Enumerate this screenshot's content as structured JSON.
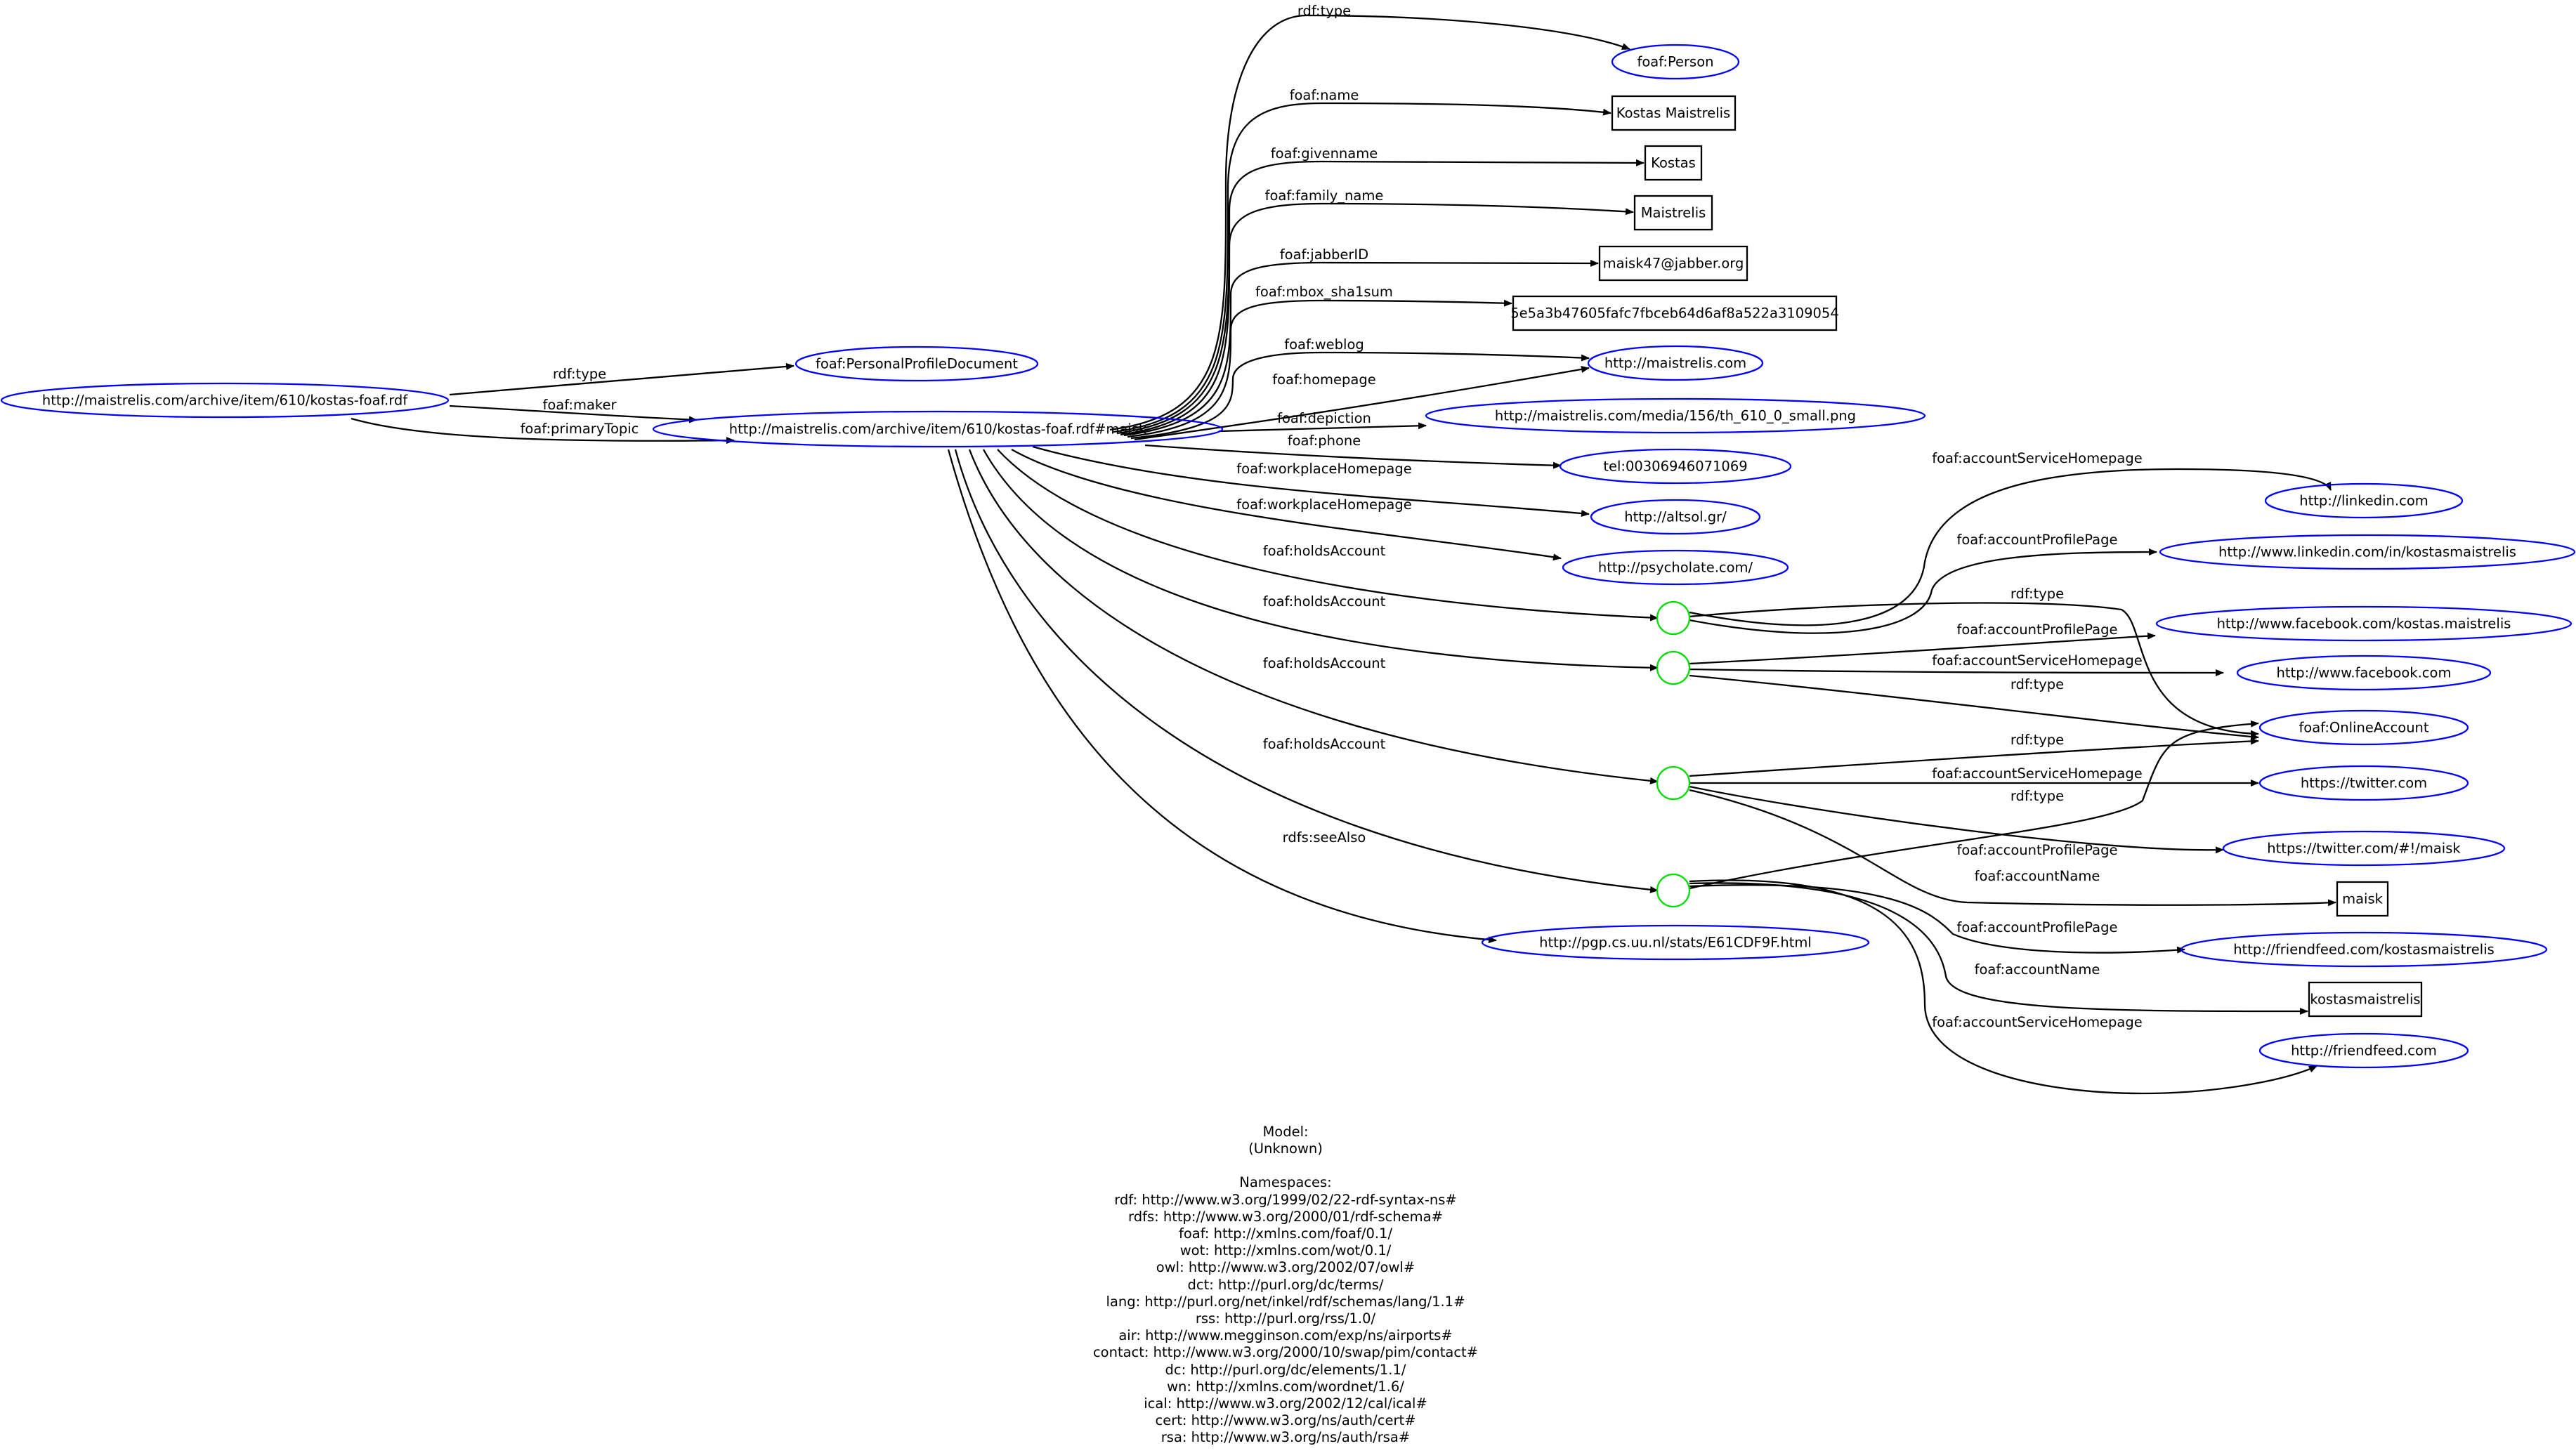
{
  "nodes": {
    "rdf_doc": "http://maistrelis.com/archive/item/610/kostas-foaf.rdf",
    "ppd": "foaf:PersonalProfileDocument",
    "maisk": "http://maistrelis.com/archive/item/610/kostas-foaf.rdf#maisk",
    "person": "foaf:Person",
    "name_lit": "Kostas Maistrelis",
    "given_lit": "Kostas",
    "family_lit": "Maistrelis",
    "jabber_lit": "maisk47@jabber.org",
    "sha1_lit": "5e5a3b47605fafc7fbceb64d6af8a522a3109054",
    "maistrelis_com": "http://maistrelis.com",
    "depiction": "http://maistrelis.com/media/156/th_610_0_small.png",
    "phone": "tel:00306946071069",
    "altsol": "http://altsol.gr/",
    "psycholate": "http://psycholate.com/",
    "linkedin": "http://linkedin.com",
    "linkedin_profile": "http://www.linkedin.com/in/kostasmaistrelis",
    "facebook_profile": "http://www.facebook.com/kostas.maistrelis",
    "facebook": "http://www.facebook.com",
    "online_account": "foaf:OnlineAccount",
    "twitter": "https://twitter.com",
    "twitter_profile": "https://twitter.com/#!/maisk",
    "maisk_lit": "maisk",
    "friendfeed_profile": "http://friendfeed.com/kostasmaistrelis",
    "kostas_lit": "kostasmaistrelis",
    "friendfeed": "http://friendfeed.com",
    "pgp": "http://pgp.cs.uu.nl/stats/E61CDF9F.html"
  },
  "edges": {
    "doc_type": "rdf:type",
    "doc_maker": "foaf:maker",
    "doc_topic": "foaf:primaryTopic",
    "m_type": "rdf:type",
    "m_name": "foaf:name",
    "m_given": "foaf:givenname",
    "m_family": "foaf:family_name",
    "m_jabber": "foaf:jabberID",
    "m_sha1": "foaf:mbox_sha1sum",
    "m_weblog": "foaf:weblog",
    "m_homepage": "foaf:homepage",
    "m_depiction": "foaf:depiction",
    "m_phone": "foaf:phone",
    "m_work1": "foaf:workplaceHomepage",
    "m_work2": "foaf:workplaceHomepage",
    "m_acc1": "foaf:holdsAccount",
    "m_acc2": "foaf:holdsAccount",
    "m_acc3": "foaf:holdsAccount",
    "m_acc4": "foaf:holdsAccount",
    "m_seealso": "rdfs:seeAlso",
    "a1_service": "foaf:accountServiceHomepage",
    "a1_profile": "foaf:accountProfilePage",
    "a1_type": "rdf:type",
    "a2_profile": "foaf:accountProfilePage",
    "a2_service": "foaf:accountServiceHomepage",
    "a2_type": "rdf:type",
    "a3_type": "rdf:type",
    "a3_service": "foaf:accountServiceHomepage",
    "a3_profile": "foaf:accountProfilePage",
    "a3_name": "foaf:accountName",
    "a4_type": "rdf:type",
    "a4_profile": "foaf:accountProfilePage",
    "a4_name": "foaf:accountName",
    "a4_service": "foaf:accountServiceHomepage"
  },
  "legend": {
    "model_heading": "Model:",
    "model_value": "(Unknown)",
    "ns_heading": "Namespaces:",
    "namespaces": [
      "rdf: http://www.w3.org/1999/02/22-rdf-syntax-ns#",
      "rdfs: http://www.w3.org/2000/01/rdf-schema#",
      "foaf: http://xmlns.com/foaf/0.1/",
      "wot: http://xmlns.com/wot/0.1/",
      "owl: http://www.w3.org/2002/07/owl#",
      "dct: http://purl.org/dc/terms/",
      "lang: http://purl.org/net/inkel/rdf/schemas/lang/1.1#",
      "rss: http://purl.org/rss/1.0/",
      "air: http://www.megginson.com/exp/ns/airports#",
      "contact: http://www.w3.org/2000/10/swap/pim/contact#",
      "dc: http://purl.org/dc/elements/1.1/",
      "wn: http://xmlns.com/wordnet/1.6/",
      "ical: http://www.w3.org/2002/12/cal/ical#",
      "cert: http://www.w3.org/ns/auth/cert#",
      "rsa: http://www.w3.org/ns/auth/rsa#"
    ]
  }
}
